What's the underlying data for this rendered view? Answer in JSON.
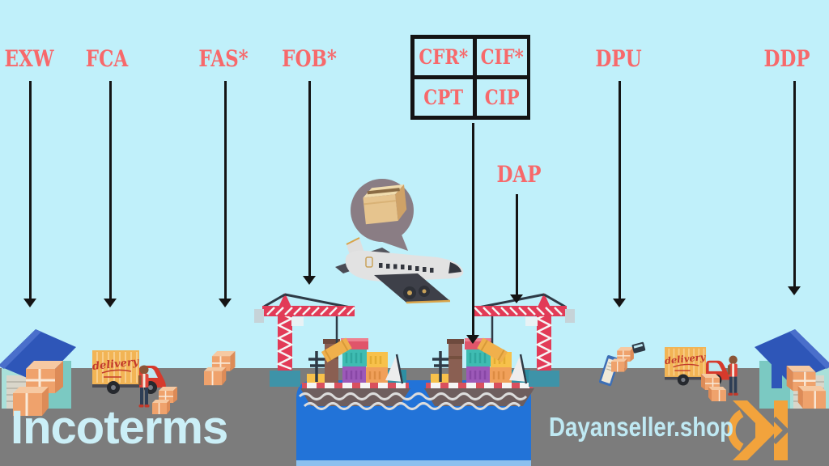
{
  "page": {
    "title": "Incoterms",
    "brand": "Dayanseller.shop"
  },
  "terms": {
    "exw": "EXW",
    "fca": "FCA",
    "fas": "FAS*",
    "fob": "FOB*",
    "cfr": "CFR*",
    "cif": "CIF*",
    "cpt": "CPT",
    "cip": "CIP",
    "dap": "DAP",
    "dpu": "DPU",
    "ddp": "DDP"
  },
  "truck": {
    "label": "delivery"
  },
  "colors": {
    "background": "#C0F0FA",
    "term_red": "#F7696B",
    "arrow_black": "#141414",
    "ground_gray": "#7C7C7C",
    "water_blue": "#2273D8",
    "title_blue": "#CBEFF7",
    "brand_blue": "#BFE9F3",
    "logo_orange": "#F2A33C",
    "crane_red": "#E23B57",
    "roof_blue": "#2E56B8"
  },
  "icons": {
    "scene": [
      "warehouse-icon",
      "parcel-stack-icon",
      "delivery-truck-icon",
      "courier-icon",
      "dock-boxes-icon",
      "harbor-crane-icon",
      "container-ship-icon",
      "airplane-icon",
      "parcel-pin-icon",
      "handover-station-icon",
      "brand-logo"
    ]
  }
}
